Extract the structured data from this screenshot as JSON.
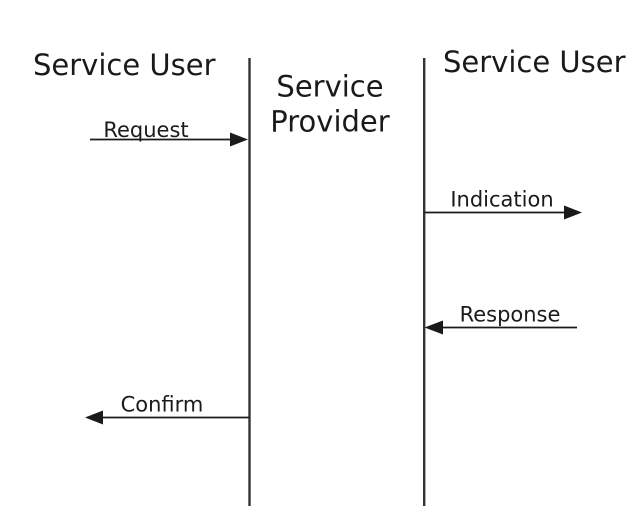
{
  "diagram": {
    "type": "service-primitives-sequence",
    "left_user_title": "Service User",
    "right_user_title": "Service User",
    "provider_title_line1": "Service",
    "provider_title_line2": "Provider",
    "messages": [
      {
        "label": "Request",
        "from": "left-service-user",
        "to": "service-provider",
        "direction": "right"
      },
      {
        "label": "Indication",
        "from": "service-provider",
        "to": "right-service-user",
        "direction": "right"
      },
      {
        "label": "Response",
        "from": "right-service-user",
        "to": "service-provider",
        "direction": "left"
      },
      {
        "label": "Confirm",
        "from": "service-provider",
        "to": "left-service-user",
        "direction": "left"
      }
    ],
    "colors": {
      "background": "#ffffff",
      "ink": "#1a1a1a",
      "lifeline": "#333333"
    }
  }
}
